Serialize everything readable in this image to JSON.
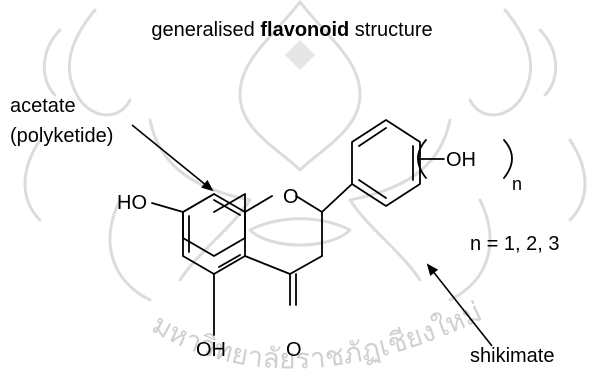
{
  "title": {
    "prefix": "generalised ",
    "bold": "flavonoid",
    "suffix": " structure"
  },
  "labels": {
    "acetate_line1": "acetate",
    "acetate_line2": "(polyketide)",
    "shikimate": "shikimate",
    "n_values": "n = 1, 2, 3"
  },
  "atoms": {
    "ho_left": "HO",
    "oh_bottom": "OH",
    "o_carbonyl": "O",
    "o_ring": "O",
    "oh_sub": "OH",
    "n_sub": "n"
  },
  "watermark": {
    "arc_text": "มหาวิทยาลัยราชภัฏเชียงใหม่"
  }
}
